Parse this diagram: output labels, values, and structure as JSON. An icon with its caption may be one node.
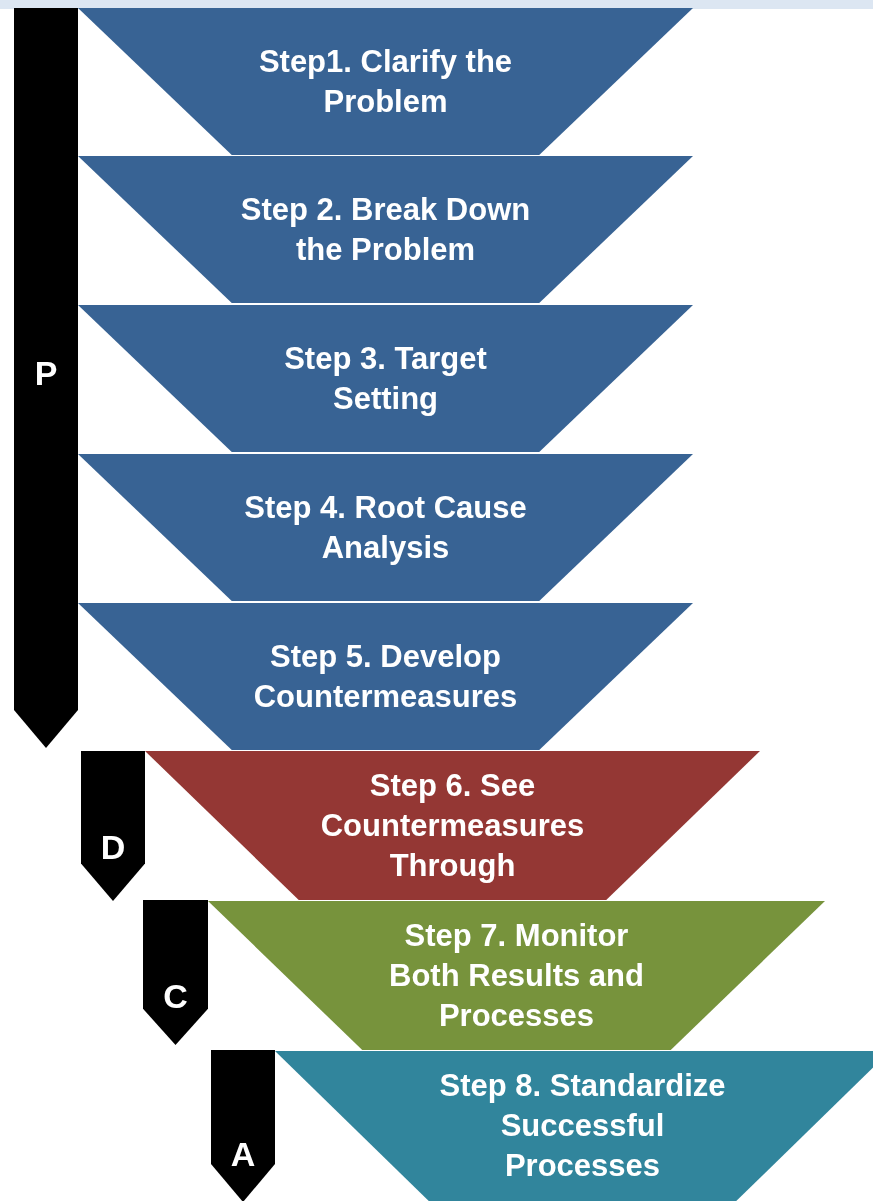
{
  "diagram": {
    "nodes": [
      {
        "text": [
          "Step1. Clarify the Problem"
        ]
      },
      {
        "text": [
          "Step 2. Break Down the Problem"
        ]
      },
      {
        "text": [
          "Step 3. Target Setting"
        ]
      },
      {
        "text": [
          "Step 4. Root Cause Analysis"
        ]
      },
      {
        "text": [
          "Step 5. Develop Countermeasures"
        ]
      },
      {
        "text": [
          "P"
        ]
      },
      {
        "text": [
          "D"
        ]
      },
      {
        "text": [
          "Step 6. See Countermeasures Through"
        ]
      },
      {
        "text": [
          "C"
        ]
      },
      {
        "text": [
          "Step 7. Monitor Both Results and Processes"
        ]
      },
      {
        "text": [
          "A"
        ]
      },
      {
        "text": [
          "Step 8. Standardize Successful Processes"
        ]
      }
    ],
    "edges": []
  }
}
